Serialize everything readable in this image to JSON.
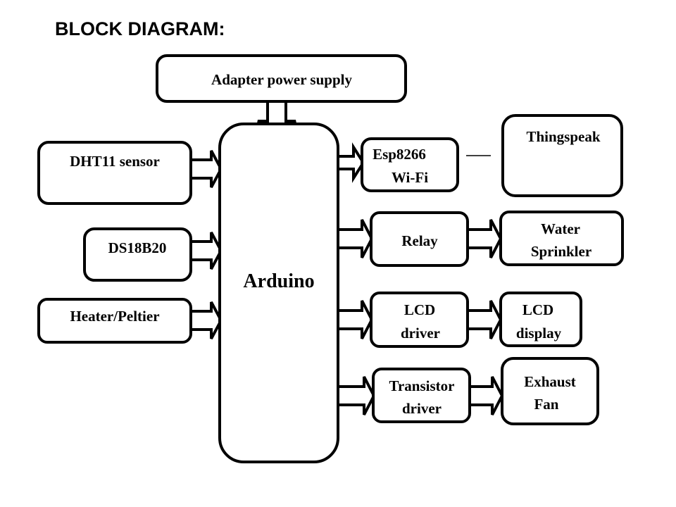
{
  "title": "BLOCK DIAGRAM:",
  "blocks": {
    "adapter": {
      "lines": [
        "Adapter  power supply"
      ]
    },
    "arduino": {
      "lines": [
        "Arduino"
      ]
    },
    "dht11": {
      "lines": [
        "DHT11 sensor"
      ]
    },
    "ds18b20": {
      "lines": [
        "DS18B20"
      ]
    },
    "heater": {
      "lines": [
        "Heater/Peltier"
      ]
    },
    "esp8266": {
      "lines": [
        "Esp8266",
        "Wi-Fi"
      ]
    },
    "thingspeak": {
      "lines": [
        "Thingspeak"
      ]
    },
    "relay": {
      "lines": [
        "Relay"
      ]
    },
    "sprinkler": {
      "lines": [
        "Water",
        "Sprinkler"
      ]
    },
    "lcd_driver": {
      "lines": [
        "LCD",
        "driver"
      ]
    },
    "lcd_display": {
      "lines": [
        "LCD",
        "display"
      ]
    },
    "transistor_driver": {
      "lines": [
        "Transistor",
        "driver"
      ]
    },
    "exhaust_fan": {
      "lines": [
        "Exhaust",
        "Fan"
      ]
    }
  },
  "connections": [
    {
      "from": "Adapter  power supply",
      "to": "Arduino",
      "type": "arrow"
    },
    {
      "from": "DHT11 sensor",
      "to": "Arduino",
      "type": "arrow"
    },
    {
      "from": "DS18B20",
      "to": "Arduino",
      "type": "arrow"
    },
    {
      "from": "Heater/Peltier",
      "to": "Arduino",
      "type": "arrow"
    },
    {
      "from": "Arduino",
      "to": "Esp8266 Wi-Fi",
      "type": "arrow"
    },
    {
      "from": "Esp8266 Wi-Fi",
      "to": "Thingspeak",
      "type": "line"
    },
    {
      "from": "Arduino",
      "to": "Relay",
      "type": "arrow"
    },
    {
      "from": "Relay",
      "to": "Water Sprinkler",
      "type": "arrow"
    },
    {
      "from": "Arduino",
      "to": "LCD driver",
      "type": "arrow"
    },
    {
      "from": "LCD driver",
      "to": "LCD display",
      "type": "arrow"
    },
    {
      "from": "Arduino",
      "to": "Transistor driver",
      "type": "arrow"
    },
    {
      "from": "Transistor driver",
      "to": "Exhaust Fan",
      "type": "arrow"
    }
  ]
}
